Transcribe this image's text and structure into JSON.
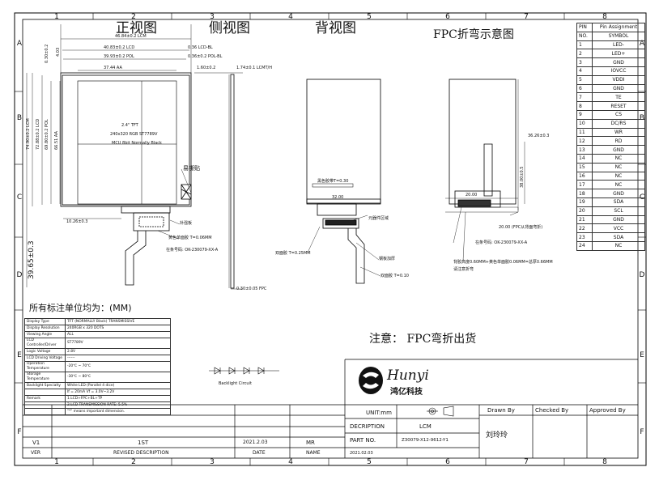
{
  "grid": {
    "columns": [
      "1",
      "2",
      "3",
      "4",
      "5",
      "6",
      "7",
      "8"
    ],
    "rows": [
      "A",
      "B",
      "C",
      "D",
      "E",
      "F"
    ]
  },
  "views": {
    "front": "正视图",
    "side": "侧视图",
    "back": "背视图",
    "fpc_bend": "FPC折弯示意图"
  },
  "dims": {
    "d1": "46.84±0.2 LCM",
    "d2": "40.83±0.2 LCD",
    "d3": "39.93±0.2 POL",
    "d4": "37.44 AA",
    "d5": "0.36 LCD-BL",
    "d6": "0.36±0.2 POL-BL",
    "d7": "1.60±0.2",
    "d8": "1.74±0.1 LCMT/H",
    "v1": "74.90±0.2 LCM",
    "v2": "72.88±0.2 LCD",
    "v3": "69.80±0.2 POL",
    "v4": "66.51 AA",
    "v5": "0.30±0.2",
    "v6": "4.03",
    "main_v": "39.65±0.3",
    "w1": "10.26±0.3",
    "s1": "0.30±0.05 FPC",
    "b1": "20.00",
    "b2": "32.00",
    "r1": "36.26±0.3",
    "r2": "38.00±0.5"
  },
  "lcd_text": {
    "l1": "2.4\" TFT",
    "l2": "240x320 RGB ST7789V",
    "l3": "MCU 8bit  Normally Black"
  },
  "labels": {
    "easy_tear": "易撕贴",
    "stiffener": "补强板",
    "yellow_tape": "黄色单面胶 T=0.06MM",
    "part_no_fpc": "在条号码: OK-230079-XX-A",
    "component_area": "元器件区域",
    "clear_tape": "双面胶 T=0.25MM",
    "steel_plate": "钢板加厚",
    "double_tape": "双面胶 T=0.10",
    "black_tape": "黑色胶带T=0.30",
    "bend_label": "20.00 (FPC从背面弯折)",
    "bend_part": "在条号码: OK-230079-XX-A",
    "glue_note1": "背胶高度0.60MM+黄色单面胶0.06MM=总厚0.66MM",
    "glue_note2": "请注意折弯"
  },
  "units_note": "所有标注单位均为：(MM)",
  "notice": "注意： FPC弯折出货",
  "pin_table": {
    "header": [
      "PIN",
      "Pin Assignment"
    ],
    "sub_header": [
      "NO.",
      "SYMBOL"
    ],
    "rows": [
      [
        "1",
        "LED-"
      ],
      [
        "2",
        "LED+"
      ],
      [
        "3",
        "GND"
      ],
      [
        "4",
        "IOVCC"
      ],
      [
        "5",
        "VDDI"
      ],
      [
        "6",
        "GND"
      ],
      [
        "7",
        "TE"
      ],
      [
        "8",
        "RESET"
      ],
      [
        "9",
        "CS"
      ],
      [
        "10",
        "DC/RS"
      ],
      [
        "11",
        "WR"
      ],
      [
        "12",
        "RD"
      ],
      [
        "13",
        "GND"
      ],
      [
        "14",
        "NC"
      ],
      [
        "15",
        "NC"
      ],
      [
        "16",
        "NC"
      ],
      [
        "17",
        "NC"
      ],
      [
        "18",
        "GND"
      ],
      [
        "19",
        "SDA"
      ],
      [
        "20",
        "SCL"
      ],
      [
        "21",
        "GND"
      ],
      [
        "22",
        "VCC"
      ],
      [
        "23",
        "SDA"
      ],
      [
        "24",
        "NC"
      ]
    ]
  },
  "spec_table": [
    [
      "Display Type",
      "TFT (NORMALLY Black) TRANSMISSIVE"
    ],
    [
      "Display Resolution",
      "240RGB x 320 DOTS"
    ],
    [
      "Viewing Angle",
      "ALL"
    ],
    [
      "LCD Controller/Driver",
      "ST7789V"
    ],
    [
      "Logic Voltage",
      "2.8V"
    ],
    [
      "LCD Driving Voltage",
      "------"
    ],
    [
      "Operation Temperature",
      "-20℃ ~ 70℃"
    ],
    [
      "Storage Temperature",
      "-30℃ ~ 80℃"
    ],
    [
      "Backlight Specialty",
      "White LED (Parallel 4 dice)"
    ],
    [
      "",
      "If = 20mA  Vf = 3.0V~3.2V"
    ],
    [
      "Remark",
      "1.LCD+FPC+BL+TP"
    ],
    [
      "",
      "2.LCD TRANSMISSION RATE: 5.5%"
    ],
    [
      "",
      "\"*\" means important dimension."
    ]
  ],
  "backlight_label": "Backlight Circuit",
  "title_block": {
    "company": "Hunyi",
    "company_cn": "鸿亿科技",
    "unit": "UNIT:mm",
    "description_label": "DECRIPTION",
    "description_value": "LCM",
    "part_no_label": "PART NO.",
    "part_no_value": "Z30079-X12-9612-Y1",
    "date": "2021.02.03",
    "drawn_by": "Drawn By",
    "checked_by": "Checked By",
    "approved_by": "Approved By",
    "drawn_name": "刘玲玲",
    "rev_row": [
      "V1",
      "1ST",
      "2021.2.03",
      "MR"
    ],
    "rev_header": [
      "VER",
      "REVISED DESCRIPTION",
      "DATE",
      "NAME"
    ]
  }
}
